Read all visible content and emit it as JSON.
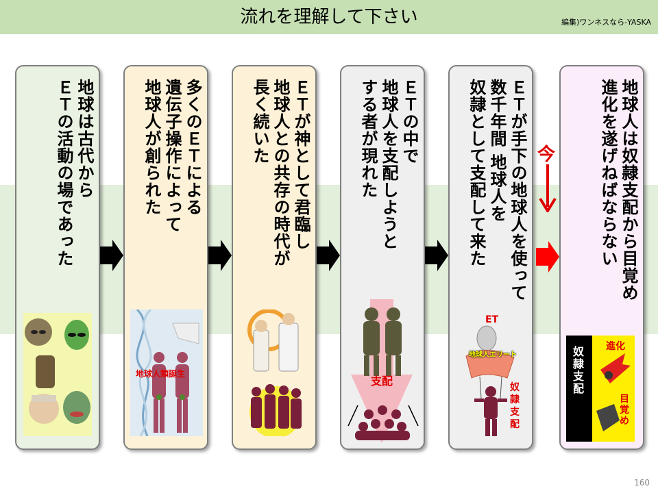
{
  "header": {
    "title": "流れを理解して下さい",
    "credit": "編集)ワンネスなら-YASKA"
  },
  "cards": [
    {
      "text": "地球は古代から\nＥＴの活動の場であった",
      "bg": "#eaf2e3"
    },
    {
      "text": "多くのＥＴによる\n遺伝子操作によって\n地球人が創られた",
      "bg": "#fdf1d8"
    },
    {
      "text": "ＥＴが神として君臨し\n地球人との共存の時代が\n長く続いた",
      "bg": "#fdf1d8"
    },
    {
      "text": "ＥＴの中で\n地球人を支配しようと\nする者が現れた",
      "bg": "#efefef"
    },
    {
      "text": "ＥＴが手下の地球人を使って\n数千年間 地球人を\n奴隷として支配して来た",
      "bg": "#efefef"
    },
    {
      "text": "地球人は奴隷支配から目覚め\n進化を遂げねばならない",
      "bg": "#fbeefa"
    }
  ],
  "labels": {
    "dna": "地球人類誕生",
    "control": "支配",
    "et": "ET",
    "elite": "地球人エリート",
    "slave": "奴隷支配",
    "slave2": "奴隷支配",
    "evolve": "進化",
    "awaken": "目覚め",
    "now": "今"
  },
  "page_number": "160",
  "colors": {
    "arrow": "#000000",
    "arrow_now": "#ff0000",
    "accent_red": "#e00000"
  }
}
